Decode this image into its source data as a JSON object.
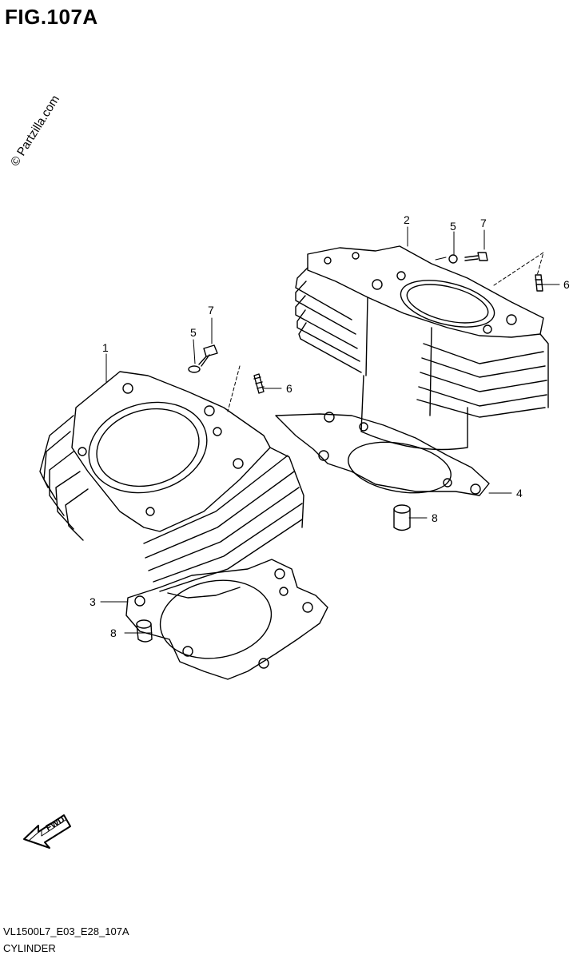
{
  "figure": {
    "title": "FIG.107A",
    "watermark": "© Partzilla.com",
    "code": "VL1500L7_E03_E28_107A",
    "name": "CYLINDER",
    "fwd_label": "FWD"
  },
  "callouts": [
    {
      "id": "c1",
      "label": "1"
    },
    {
      "id": "c2",
      "label": "2"
    },
    {
      "id": "c3",
      "label": "3"
    },
    {
      "id": "c4",
      "label": "4"
    },
    {
      "id": "c5a",
      "label": "5"
    },
    {
      "id": "c5b",
      "label": "5"
    },
    {
      "id": "c6a",
      "label": "6"
    },
    {
      "id": "c6b",
      "label": "6"
    },
    {
      "id": "c7a",
      "label": "7"
    },
    {
      "id": "c7b",
      "label": "7"
    },
    {
      "id": "c8a",
      "label": "8"
    },
    {
      "id": "c8b",
      "label": "8"
    }
  ]
}
